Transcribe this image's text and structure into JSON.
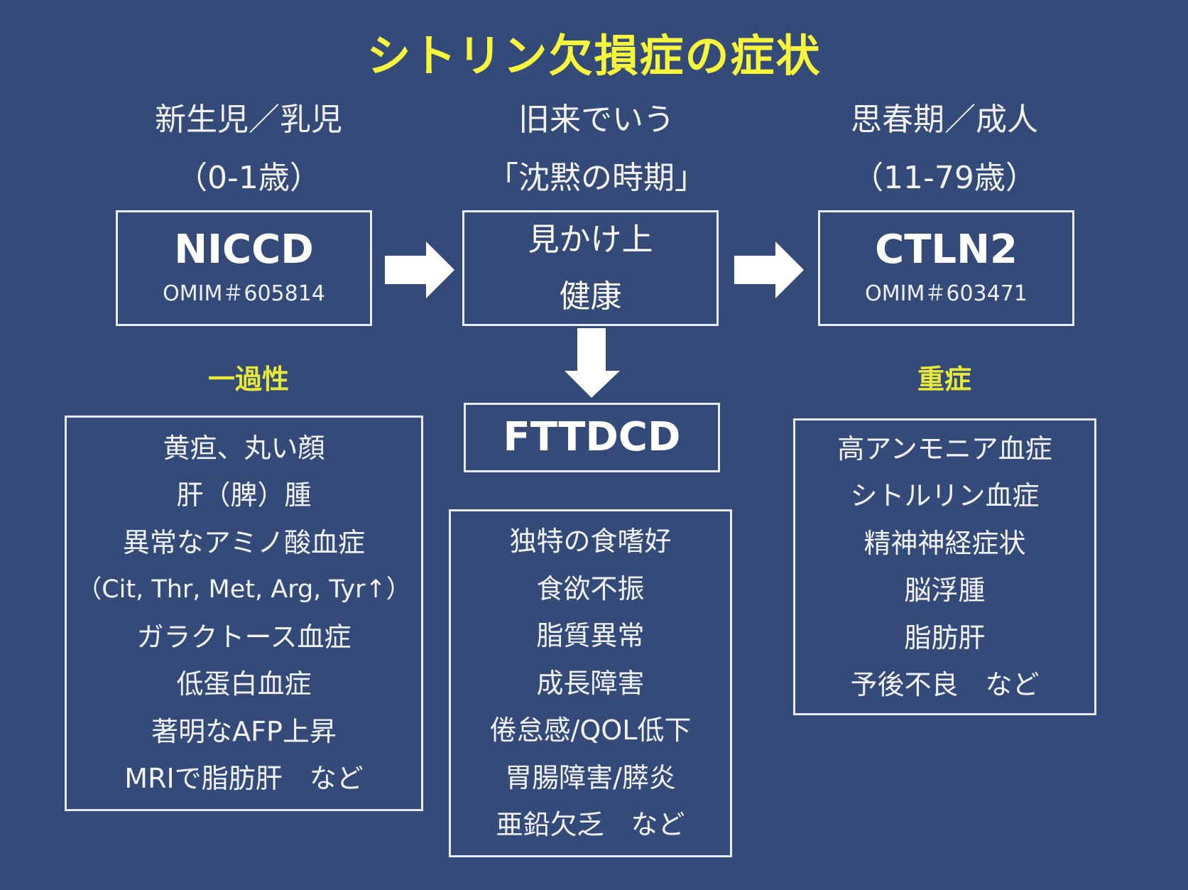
{
  "title": "シトリン欠損症の症状",
  "colors": {
    "background": "#344a79",
    "title": "#f7f53b",
    "severity_label": "#e6e83a",
    "text": "#ffffff",
    "box_border": "#e8ecf4"
  },
  "stages": [
    {
      "label_line1": "新生児／乳児",
      "label_line2": "（0-1歳）",
      "box_title": "NICCD",
      "box_subtitle": "OMIM＃605814",
      "severity": "一過性",
      "symptoms": [
        "黄疸、丸い顔",
        "肝（脾）腫",
        "異常なアミノ酸血症",
        "（Cit, Thr, Met, Arg, Tyr↑）",
        "ガラクトース血症",
        "低蛋白血症",
        "著明なAFP上昇",
        "MRIで脂肪肝　など"
      ]
    },
    {
      "label_line1": "旧来でいう",
      "label_line2": "「沈黙の時期」",
      "box_line1": "見かけ上",
      "box_line2": "健康",
      "branch_box_title": "FTTDCD",
      "symptoms": [
        "独特の食嗜好",
        "食欲不振",
        "脂質異常",
        "成長障害",
        "倦怠感/QOL低下",
        "胃腸障害/膵炎",
        "亜鉛欠乏　など"
      ]
    },
    {
      "label_line1": "思春期／成人",
      "label_line2": "（11-79歳）",
      "box_title": "CTLN2",
      "box_subtitle": "OMIM＃603471",
      "severity": "重症",
      "symptoms": [
        "高アンモニア血症",
        "シトルリン血症",
        "精神神経症状",
        "脳浮腫",
        "脂肪肝",
        "予後不良　など"
      ]
    }
  ],
  "arrows": [
    {
      "from": "NICCD",
      "to": "見かけ上健康",
      "direction": "right"
    },
    {
      "from": "見かけ上健康",
      "to": "CTLN2",
      "direction": "right"
    },
    {
      "from": "見かけ上健康",
      "to": "FTTDCD",
      "direction": "down"
    }
  ]
}
